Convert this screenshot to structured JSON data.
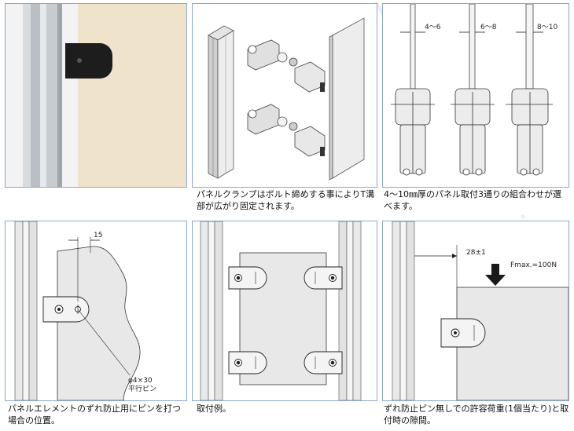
{
  "panels": {
    "top1": {},
    "top2": {
      "caption": "パネルクランプはボルト締めする事によりT溝部が広がり固定されます。"
    },
    "top3": {
      "dims": [
        "4～6",
        "6～8",
        "8～10"
      ],
      "caption": "4～10㎜厚のパネル取付3通りの組合わせが選べます。"
    },
    "bot1": {
      "dim": "15",
      "pin_label_1": "φ4×30",
      "pin_label_2": "平行ピン",
      "caption": "パネルエレメントのずれ防止用にピンを打つ場合の位置。"
    },
    "bot2": {
      "caption": "取付例。"
    },
    "bot3": {
      "dim": "28±1",
      "force": "Fmax.=100N",
      "caption": "ずれ防止ピン無しでの許容荷重(1個当たり)と取付時の隙間。"
    }
  },
  "watermark": "misumi",
  "colors": {
    "frame": "#8aa7c7",
    "panel_beige": "#efe3cc",
    "panel_gray": "#e8e8e8",
    "accent": "#1a1a1a"
  }
}
